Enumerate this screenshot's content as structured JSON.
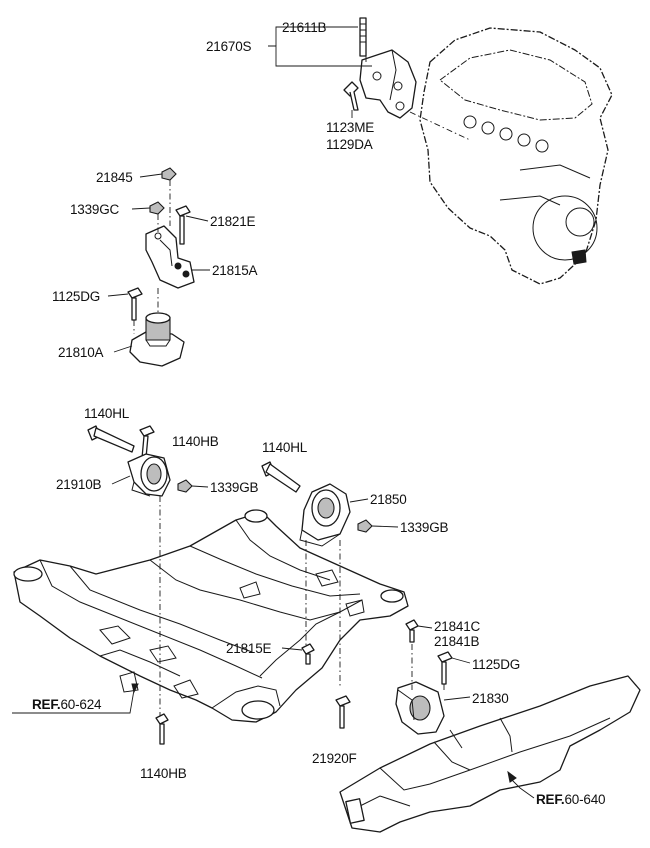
{
  "labels": {
    "p21611B": "21611B",
    "p21670S": "21670S",
    "p1123ME": "1123ME",
    "p1129DA": "1129DA",
    "p21845": "21845",
    "p1339GC": "1339GC",
    "p21821E": "21821E",
    "p21815A": "21815A",
    "p1125DG_top": "1125DG",
    "p21810A": "21810A",
    "p1140HL_left": "1140HL",
    "p1140HB_top": "1140HB",
    "p21910B": "21910B",
    "p1339GB_left": "1339GB",
    "p1140HL_mid": "1140HL",
    "p21850": "21850",
    "p1339GB_right": "1339GB",
    "p21841C": "21841C",
    "p21841B": "21841B",
    "p1125DG_bottom": "1125DG",
    "p21830": "21830",
    "p21815E": "21815E",
    "p21920F": "21920F",
    "p1140HB_bottom": "1140HB"
  },
  "refs": {
    "left_prefix": "REF.",
    "left_number": "60-624",
    "right_prefix": "REF.",
    "right_number": "60-640"
  }
}
